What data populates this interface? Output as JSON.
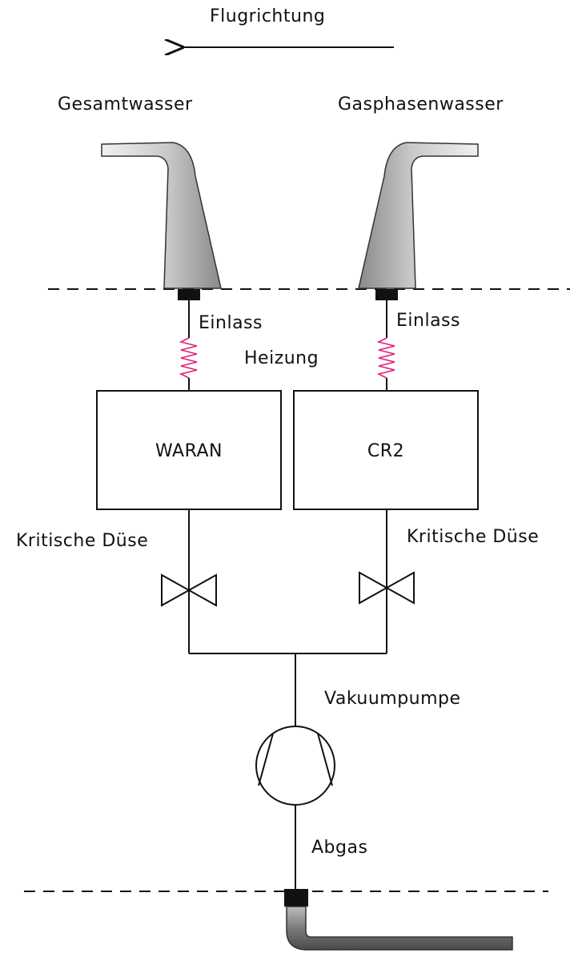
{
  "diagram": {
    "flight_direction": "Flugrichtung",
    "inlet_left_title": "Gesamtwasser",
    "inlet_right_title": "Gasphasenwasser",
    "inlet_left_label": "Einlass",
    "inlet_right_label": "Einlass",
    "heating_label": "Heizung",
    "instrument_left": "WARAN",
    "instrument_right": "CR2",
    "nozzle_left_label": "Kritische Düse",
    "nozzle_right_label": "Kritische Düse",
    "pump_label": "Vakuumpumpe",
    "exhaust_label": "Abgas"
  },
  "colors": {
    "line": "#111111",
    "heating_coil": "#e0207a",
    "inlet_fill_light": "#e6e6e6",
    "inlet_fill_dark": "#8c8c8c",
    "exhaust_pipe": "#7a7a7a",
    "connector": "#111111"
  }
}
